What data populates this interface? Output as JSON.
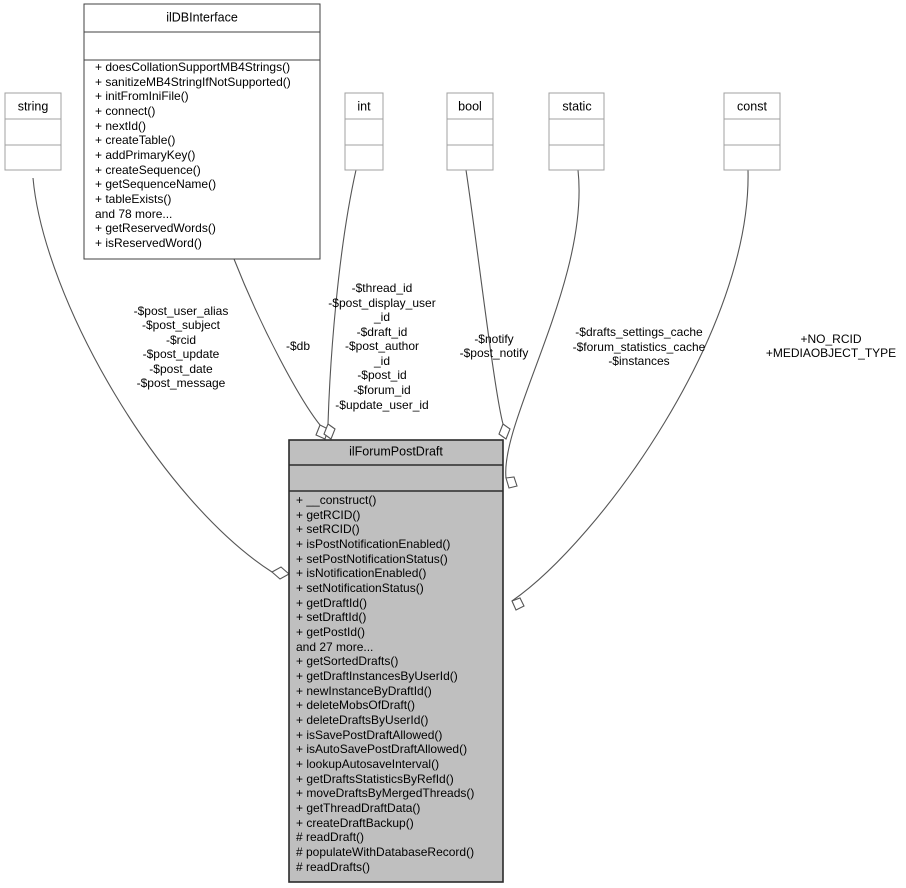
{
  "diagram": {
    "type": "uml-class-collaboration-diagram",
    "title": "ilForumPostDraft",
    "background_color": "#ffffff",
    "shaded_fill": "#bfbfbf",
    "plain_fill": "#ffffff",
    "edge_color": "#555555"
  },
  "classes": {
    "ildbinterface": {
      "name": "ilDBInterface",
      "attributes": [],
      "methods": [
        "+ doesCollationSupportMB4Strings()",
        "+ sanitizeMB4StringIfNotSupported()",
        "+ initFromIniFile()",
        "+ connect()",
        "+ nextId()",
        "+ createTable()",
        "+ addPrimaryKey()",
        "+ createSequence()",
        "+ getSequenceName()",
        "+ tableExists()",
        "and 78 more...",
        "+ getReservedWords()",
        "+ isReservedWord()"
      ]
    },
    "string": {
      "name": "string",
      "attributes": [],
      "methods": []
    },
    "int": {
      "name": "int",
      "attributes": [],
      "methods": []
    },
    "bool": {
      "name": "bool",
      "attributes": [],
      "methods": []
    },
    "static": {
      "name": "static",
      "attributes": [],
      "methods": []
    },
    "const": {
      "name": "const",
      "attributes": [],
      "methods": []
    },
    "ilforumpostdraft": {
      "name": "ilForumPostDraft",
      "attributes": [],
      "methods": [
        "+ __construct()",
        "+ getRCID()",
        "+ setRCID()",
        "+ isPostNotificationEnabled()",
        "+ setPostNotificationStatus()",
        "+ isNotificationEnabled()",
        "+ setNotificationStatus()",
        "+ getDraftId()",
        "+ setDraftId()",
        "+ getPostId()",
        "and 27 more...",
        "+ getSortedDrafts()",
        "+ getDraftInstancesByUserId()",
        "+ newInstanceByDraftId()",
        "+ deleteMobsOfDraft()",
        "+ deleteDraftsByUserId()",
        "+ isSavePostDraftAllowed()",
        "+ isAutoSavePostDraftAllowed()",
        "+ lookupAutosaveInterval()",
        "+ getDraftsStatisticsByRefId()",
        "+ moveDraftsByMergedThreads()",
        "+ getThreadDraftData()",
        "+ createDraftBackup()",
        "# readDraft()",
        "# populateWithDatabaseRecord()",
        "# readDrafts()"
      ]
    }
  },
  "edges": [
    {
      "id": "string-to-main",
      "from": "string",
      "to": "ilforumpostdraft",
      "kind": "aggregation",
      "label_lines": [
        "-$post_user_alias",
        "-$post_subject",
        "-$rcid",
        "-$post_update",
        "-$post_date",
        "-$post_message"
      ]
    },
    {
      "id": "ildbinterface-to-main",
      "from": "ilDBInterface",
      "to": "ilforumpostdraft",
      "kind": "aggregation",
      "label_lines": [
        "-$db"
      ]
    },
    {
      "id": "int-to-main",
      "from": "int",
      "to": "ilforumpostdraft",
      "kind": "aggregation",
      "label_lines": [
        "-$thread_id",
        "-$post_display_user",
        "_id",
        "-$draft_id",
        "-$post_author",
        "_id",
        "-$post_id",
        "-$forum_id",
        "-$update_user_id"
      ]
    },
    {
      "id": "bool-to-main",
      "from": "bool",
      "to": "ilforumpostdraft",
      "kind": "aggregation",
      "label_lines": [
        "-$notify",
        "-$post_notify"
      ]
    },
    {
      "id": "static-to-main",
      "from": "static",
      "to": "ilforumpostdraft",
      "kind": "aggregation",
      "label_lines": [
        "-$drafts_settings_cache",
        "-$forum_statistics_cache",
        "-$instances"
      ]
    },
    {
      "id": "const-to-main",
      "from": "const",
      "to": "ilforumpostdraft",
      "kind": "aggregation",
      "label_lines": [
        "+NO_RCID",
        "+MEDIAOBJECT_TYPE"
      ]
    }
  ]
}
